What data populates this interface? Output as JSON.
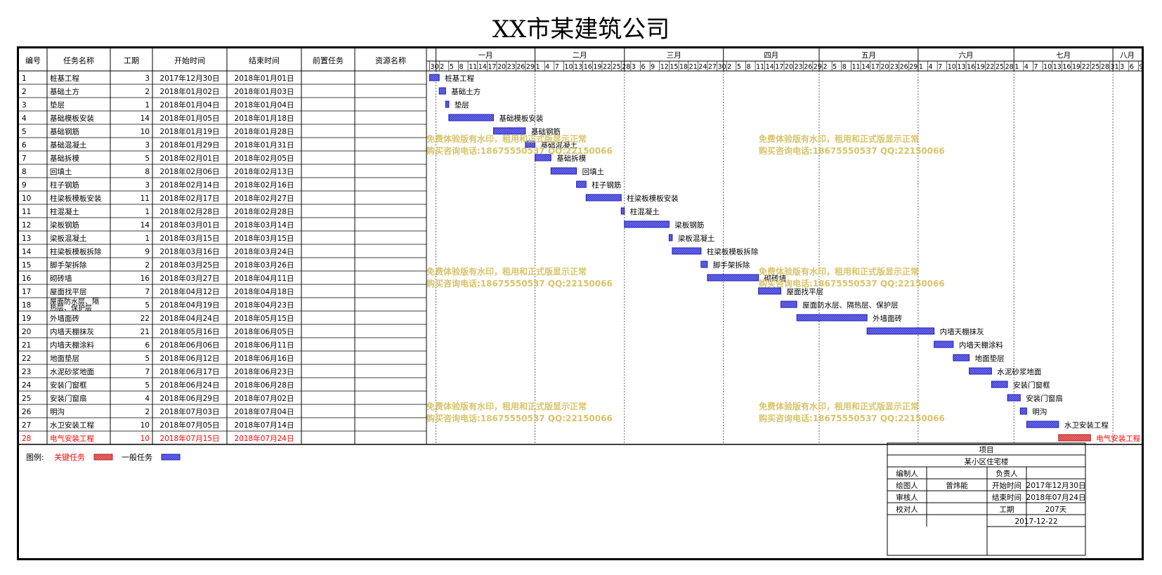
{
  "title": "XX市某建筑公司",
  "table": {
    "headers": [
      "编号",
      "任务名称",
      "工期",
      "开始时间",
      "结束时间",
      "前置任务",
      "资源名称"
    ],
    "rows": [
      {
        "id": "1",
        "name": "桩基工程",
        "duration": "3",
        "start": "2017年12月30日",
        "end": "2018年01月01日"
      },
      {
        "id": "2",
        "name": "基础土方",
        "duration": "2",
        "start": "2018年01月02日",
        "end": "2018年01月03日"
      },
      {
        "id": "3",
        "name": "垫层",
        "duration": "1",
        "start": "2018年01月04日",
        "end": "2018年01月04日"
      },
      {
        "id": "4",
        "name": "基础模板安装",
        "duration": "14",
        "start": "2018年01月05日",
        "end": "2018年01月18日"
      },
      {
        "id": "5",
        "name": "基础钢筋",
        "duration": "10",
        "start": "2018年01月19日",
        "end": "2018年01月28日"
      },
      {
        "id": "6",
        "name": "基础混凝土",
        "duration": "3",
        "start": "2018年01月29日",
        "end": "2018年01月31日"
      },
      {
        "id": "7",
        "name": "基础拆模",
        "duration": "5",
        "start": "2018年02月01日",
        "end": "2018年02月05日"
      },
      {
        "id": "8",
        "name": "回填土",
        "duration": "8",
        "start": "2018年02月06日",
        "end": "2018年02月13日"
      },
      {
        "id": "9",
        "name": "柱子钢筋",
        "duration": "3",
        "start": "2018年02月14日",
        "end": "2018年02月16日"
      },
      {
        "id": "10",
        "name": "柱梁板模板安装",
        "duration": "11",
        "start": "2018年02月17日",
        "end": "2018年02月27日"
      },
      {
        "id": "11",
        "name": "柱混凝土",
        "duration": "1",
        "start": "2018年02月28日",
        "end": "2018年02月28日"
      },
      {
        "id": "12",
        "name": "梁板钢筋",
        "duration": "14",
        "start": "2018年03月01日",
        "end": "2018年03月14日"
      },
      {
        "id": "13",
        "name": "梁板混凝土",
        "duration": "1",
        "start": "2018年03月15日",
        "end": "2018年03月15日"
      },
      {
        "id": "14",
        "name": "柱梁板模板拆除",
        "duration": "9",
        "start": "2018年03月16日",
        "end": "2018年03月24日"
      },
      {
        "id": "15",
        "name": "脚手架拆除",
        "duration": "2",
        "start": "2018年03月25日",
        "end": "2018年03月26日"
      },
      {
        "id": "16",
        "name": "砌砖墙",
        "duration": "16",
        "start": "2018年03月27日",
        "end": "2018年04月11日"
      },
      {
        "id": "17",
        "name": "屋面找平层",
        "duration": "7",
        "start": "2018年04月12日",
        "end": "2018年04月18日"
      },
      {
        "id": "18",
        "name": "屋面防水层、隔热层、保护层",
        "duration": "5",
        "start": "2018年04月19日",
        "end": "2018年04月23日"
      },
      {
        "id": "19",
        "name": "外墙面砖",
        "duration": "22",
        "start": "2018年04月24日",
        "end": "2018年05月15日"
      },
      {
        "id": "20",
        "name": "内墙天棚抹灰",
        "duration": "21",
        "start": "2018年05月16日",
        "end": "2018年06月05日"
      },
      {
        "id": "21",
        "name": "内墙天棚涂料",
        "duration": "6",
        "start": "2018年06月06日",
        "end": "2018年06月11日"
      },
      {
        "id": "22",
        "name": "地面垫层",
        "duration": "5",
        "start": "2018年06月12日",
        "end": "2018年06月16日"
      },
      {
        "id": "23",
        "name": "水泥砂浆地面",
        "duration": "7",
        "start": "2018年06月17日",
        "end": "2018年06月23日"
      },
      {
        "id": "24",
        "name": "安装门窗框",
        "duration": "5",
        "start": "2018年06月24日",
        "end": "2018年06月28日"
      },
      {
        "id": "25",
        "name": "安装门窗扇",
        "duration": "4",
        "start": "2018年06月29日",
        "end": "2018年07月02日"
      },
      {
        "id": "26",
        "name": "明沟",
        "duration": "2",
        "start": "2018年07月03日",
        "end": "2018年07月04日"
      },
      {
        "id": "27",
        "name": "水卫安装工程",
        "duration": "10",
        "start": "2018年07月05日",
        "end": "2018年07月14日"
      },
      {
        "id": "28",
        "name": "电气安装工程",
        "duration": "10",
        "start": "2018年07月15日",
        "end": "2018年07月24日",
        "critical": true
      }
    ]
  },
  "timeline": {
    "months": [
      "一月",
      "二月",
      "三月",
      "四月",
      "五月",
      "六月",
      "七月",
      "八月"
    ],
    "day_ticks": [
      "30",
      "2",
      "5",
      "8",
      "11",
      "14",
      "17",
      "20",
      "23",
      "26",
      "29",
      "1",
      "4",
      "7",
      "10",
      "13",
      "16",
      "19",
      "22",
      "25",
      "28",
      "3",
      "6",
      "9",
      "12",
      "15",
      "18",
      "21",
      "24",
      "27",
      "30",
      "2",
      "5",
      "8",
      "11",
      "14",
      "17",
      "20",
      "23",
      "26",
      "29",
      "2",
      "5",
      "8",
      "11",
      "14",
      "17",
      "20",
      "23",
      "26",
      "29",
      "1",
      "4",
      "7",
      "10",
      "13",
      "16",
      "19",
      "22",
      "25",
      "28",
      "1",
      "4",
      "7",
      "10",
      "13",
      "16",
      "19",
      "22",
      "25",
      "28",
      "31",
      "3",
      "6",
      "9"
    ]
  },
  "chart_data": {
    "type": "gantt",
    "project_start": "2017-12-30",
    "project_end": "2018-07-24",
    "tasks": [
      {
        "name": "桩基工程",
        "start": "2017-12-30",
        "end": "2018-01-01",
        "critical": false
      },
      {
        "name": "基础土方",
        "start": "2018-01-02",
        "end": "2018-01-03",
        "critical": false
      },
      {
        "name": "垫层",
        "start": "2018-01-04",
        "end": "2018-01-04",
        "critical": false
      },
      {
        "name": "基础模板安装",
        "start": "2018-01-05",
        "end": "2018-01-18",
        "critical": false
      },
      {
        "name": "基础钢筋",
        "start": "2018-01-19",
        "end": "2018-01-28",
        "critical": false
      },
      {
        "name": "基础混凝土",
        "start": "2018-01-29",
        "end": "2018-01-31",
        "critical": false
      },
      {
        "name": "基础拆模",
        "start": "2018-02-01",
        "end": "2018-02-05",
        "critical": false
      },
      {
        "name": "回填土",
        "start": "2018-02-06",
        "end": "2018-02-13",
        "critical": false
      },
      {
        "name": "柱子钢筋",
        "start": "2018-02-14",
        "end": "2018-02-16",
        "critical": false
      },
      {
        "name": "柱梁板模板安装",
        "start": "2018-02-17",
        "end": "2018-02-27",
        "critical": false
      },
      {
        "name": "柱混凝土",
        "start": "2018-02-28",
        "end": "2018-02-28",
        "critical": false
      },
      {
        "name": "梁板钢筋",
        "start": "2018-03-01",
        "end": "2018-03-14",
        "critical": false
      },
      {
        "name": "梁板混凝土",
        "start": "2018-03-15",
        "end": "2018-03-15",
        "critical": false
      },
      {
        "name": "柱梁板模板拆除",
        "start": "2018-03-16",
        "end": "2018-03-24",
        "critical": false
      },
      {
        "name": "脚手架拆除",
        "start": "2018-03-25",
        "end": "2018-03-26",
        "critical": false
      },
      {
        "name": "砌砖墙",
        "start": "2018-03-27",
        "end": "2018-04-11",
        "critical": false
      },
      {
        "name": "屋面找平层",
        "start": "2018-04-12",
        "end": "2018-04-18",
        "critical": false
      },
      {
        "name": "屋面防水层、隔热层、保护层",
        "start": "2018-04-19",
        "end": "2018-04-23",
        "critical": false
      },
      {
        "name": "外墙面砖",
        "start": "2018-04-24",
        "end": "2018-05-15",
        "critical": false
      },
      {
        "name": "内墙天棚抹灰",
        "start": "2018-05-16",
        "end": "2018-06-05",
        "critical": false
      },
      {
        "name": "内墙天棚涂料",
        "start": "2018-06-06",
        "end": "2018-06-11",
        "critical": false
      },
      {
        "name": "地面垫层",
        "start": "2018-06-12",
        "end": "2018-06-16",
        "critical": false
      },
      {
        "name": "水泥砂浆地面",
        "start": "2018-06-17",
        "end": "2018-06-23",
        "critical": false
      },
      {
        "name": "安装门窗框",
        "start": "2018-06-24",
        "end": "2018-06-28",
        "critical": false
      },
      {
        "name": "安装门窗扇",
        "start": "2018-06-29",
        "end": "2018-07-02",
        "critical": false
      },
      {
        "name": "明沟",
        "start": "2018-07-03",
        "end": "2018-07-04",
        "critical": false
      },
      {
        "name": "水卫安装工程",
        "start": "2018-07-05",
        "end": "2018-07-14",
        "critical": false
      },
      {
        "name": "电气安装工程",
        "start": "2018-07-15",
        "end": "2018-07-24",
        "critical": true
      }
    ]
  },
  "legend": {
    "label": "图例:",
    "critical": "关键任务",
    "normal": "一般任务"
  },
  "info_block": {
    "project_label": "项目",
    "project_name": "某小区住宅楼",
    "compiler_label": "编制人",
    "compiler": "",
    "manager_label": "负责人",
    "manager": "",
    "drafter_label": "绘图人",
    "drafter": "曾炜能",
    "start_label": "开始时间",
    "start": "2017年12月30日",
    "reviewer_label": "审核人",
    "reviewer": "",
    "end_label": "结束时间",
    "end": "2018年07月24日",
    "checker_label": "校对人",
    "checker": "",
    "duration_label": "工期",
    "duration": "207天",
    "date": "2017-12-22"
  },
  "watermark": {
    "line1": "免费体验版有水印，租用和正式版显示正常",
    "line2": "购买咨询电话:18675550537 QQ:22150066"
  },
  "colors": {
    "normal_bar": "#4a4ae8",
    "critical_bar": "#e83a3a",
    "critical_text": "#ff0000",
    "watermark": "#d8c46a"
  }
}
